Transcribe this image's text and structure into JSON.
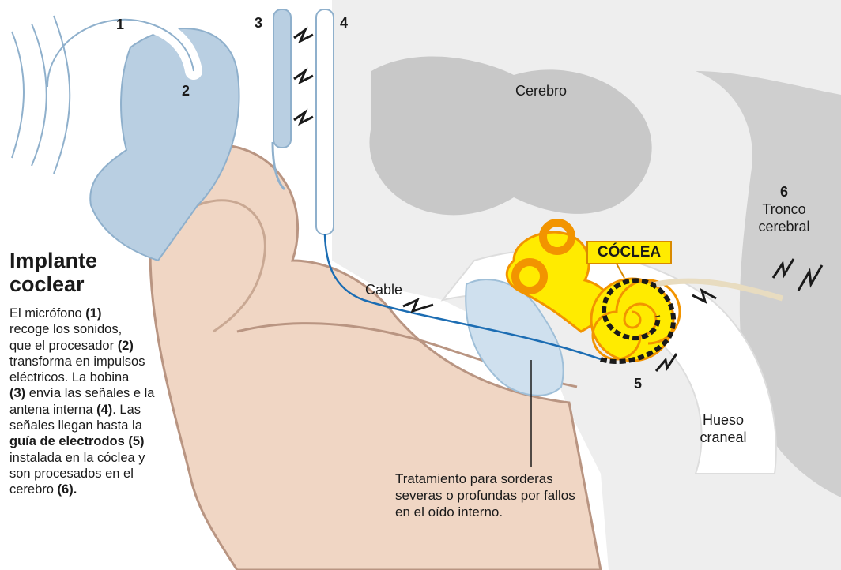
{
  "title": "Implante coclear",
  "description": [
    [
      {
        "t": "El micrófono "
      },
      {
        "t": "(1)",
        "b": true
      }
    ],
    [
      {
        "t": "recoge los sonidos,"
      }
    ],
    [
      {
        "t": "que el procesador "
      },
      {
        "t": "(2)",
        "b": true
      }
    ],
    [
      {
        "t": "transforma en impulsos"
      }
    ],
    [
      {
        "t": "eléctricos. La bobina"
      }
    ],
    [
      {
        "t": "(3)",
        "b": true
      },
      {
        "t": " envía las señales e la"
      }
    ],
    [
      {
        "t": "antena interna "
      },
      {
        "t": "(4)",
        "b": true
      },
      {
        "t": ". Las"
      }
    ],
    [
      {
        "t": "señales llegan hasta la"
      }
    ],
    [
      {
        "t": "guía de electrodos (5)",
        "b": true
      }
    ],
    [
      {
        "t": "instalada en la cóclea y"
      }
    ],
    [
      {
        "t": "son procesados en el"
      }
    ],
    [
      {
        "t": "cerebro "
      },
      {
        "t": "(6).",
        "b": true
      }
    ]
  ],
  "labels": {
    "n1": "1",
    "n2": "2",
    "n3": "3",
    "n4": "4",
    "n5": "5",
    "n6": "6",
    "cerebro": "Cerebro",
    "tronco_line1": "Tronco",
    "tronco_line2": "cerebral",
    "coclea": "CÓCLEA",
    "cable": "Cable",
    "hueso_line1": "Hueso",
    "hueso_line2": "craneal",
    "tratamiento": [
      "Tratamiento para sorderas",
      "severas o profundas por fallos",
      "en el oído interno."
    ]
  },
  "colors": {
    "background": "#ffffff",
    "brain": "#c8c8c8",
    "skin": "#f0d6c4",
    "skin_outline": "#b99582",
    "device": "#b9cfe2",
    "cochlea": "#ffeb00",
    "cochlea_outline": "#f29400",
    "cable": "#1c6db3"
  }
}
